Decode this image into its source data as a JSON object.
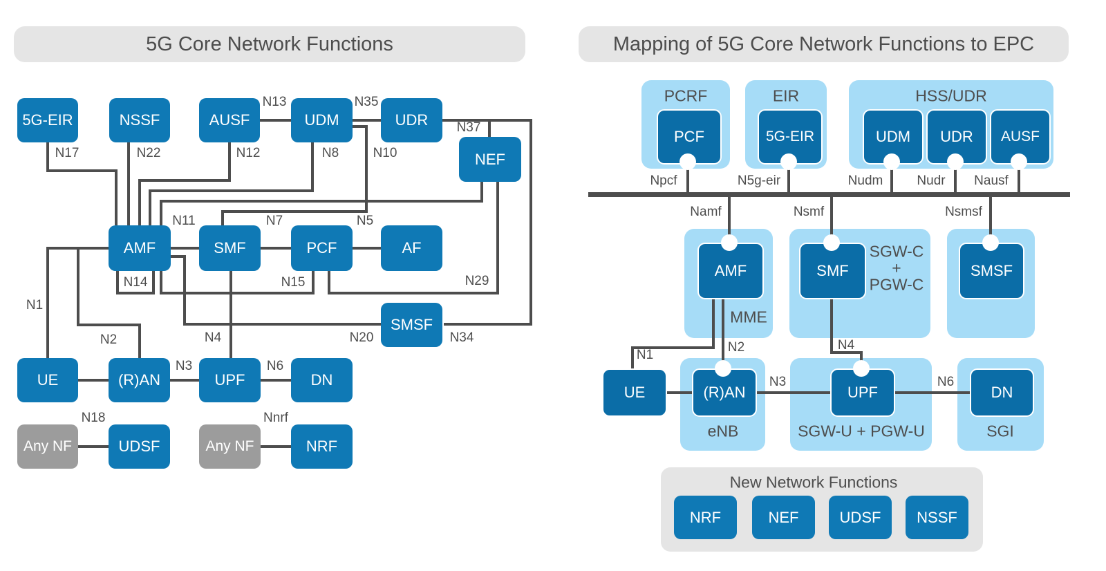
{
  "colors": {
    "node_blue": "#0f79b5",
    "node_blue_dark": "#0b6da7",
    "container_light_blue": "#a6dcf7",
    "gray_node": "#9c9c9c",
    "panel_gray": "#e5e5e5",
    "line_gray": "#4d4d4d"
  },
  "left": {
    "title": "5G Core Network Functions",
    "nodes": {
      "eir5g": "5G-EIR",
      "nssf": "NSSF",
      "ausf": "AUSF",
      "udm": "UDM",
      "udr": "UDR",
      "nef": "NEF",
      "amf": "AMF",
      "smf": "SMF",
      "pcf": "PCF",
      "af": "AF",
      "smsf": "SMSF",
      "ue": "UE",
      "ran": "(R)AN",
      "upf": "UPF",
      "dn": "DN",
      "anynf1": "Any NF",
      "udsf": "UDSF",
      "anynf2": "Any NF",
      "nrf": "NRF"
    },
    "interfaces": {
      "n1": "N1",
      "n2": "N2",
      "n3": "N3",
      "n4": "N4",
      "n5": "N5",
      "n6": "N6",
      "n7": "N7",
      "n8": "N8",
      "n10": "N10",
      "n11": "N11",
      "n12": "N12",
      "n13": "N13",
      "n14": "N14",
      "n15": "N15",
      "n17": "N17",
      "n18": "N18",
      "n20": "N20",
      "n22": "N22",
      "n29": "N29",
      "n34": "N34",
      "n35": "N35",
      "n37": "N37",
      "nnrf": "Nnrf"
    }
  },
  "right": {
    "title": "Mapping of 5G Core Network Functions to EPC",
    "epc_groups": {
      "pcrf": "PCRF",
      "eir": "EIR",
      "hss": "HSS/UDR",
      "mme": "MME",
      "sgwc": [
        "SGW-C",
        "+",
        "PGW-C"
      ],
      "enb": "eNB",
      "sgwu": "SGW-U + PGW-U",
      "sgi": "SGI"
    },
    "nodes": {
      "pcf": "PCF",
      "eir5g": "5G-EIR",
      "udm": "UDM",
      "udr": "UDR",
      "ausf": "AUSF",
      "amf": "AMF",
      "smf": "SMF",
      "smsf": "SMSF",
      "ue": "UE",
      "ran": "(R)AN",
      "upf": "UPF",
      "dn": "DN"
    },
    "bus_refs": {
      "npcf": "Npcf",
      "n5geir": "N5g-eir",
      "nudm": "Nudm",
      "nudr": "Nudr",
      "nausf": "Nausf",
      "namf": "Namf",
      "nsmf": "Nsmf",
      "nsmsf": "Nsmsf"
    },
    "interfaces": {
      "n1": "N1",
      "n2": "N2",
      "n3": "N3",
      "n4": "N4",
      "n6": "N6"
    },
    "new_nf": {
      "title": "New Network Functions",
      "items": [
        "NRF",
        "NEF",
        "UDSF",
        "NSSF"
      ]
    }
  }
}
